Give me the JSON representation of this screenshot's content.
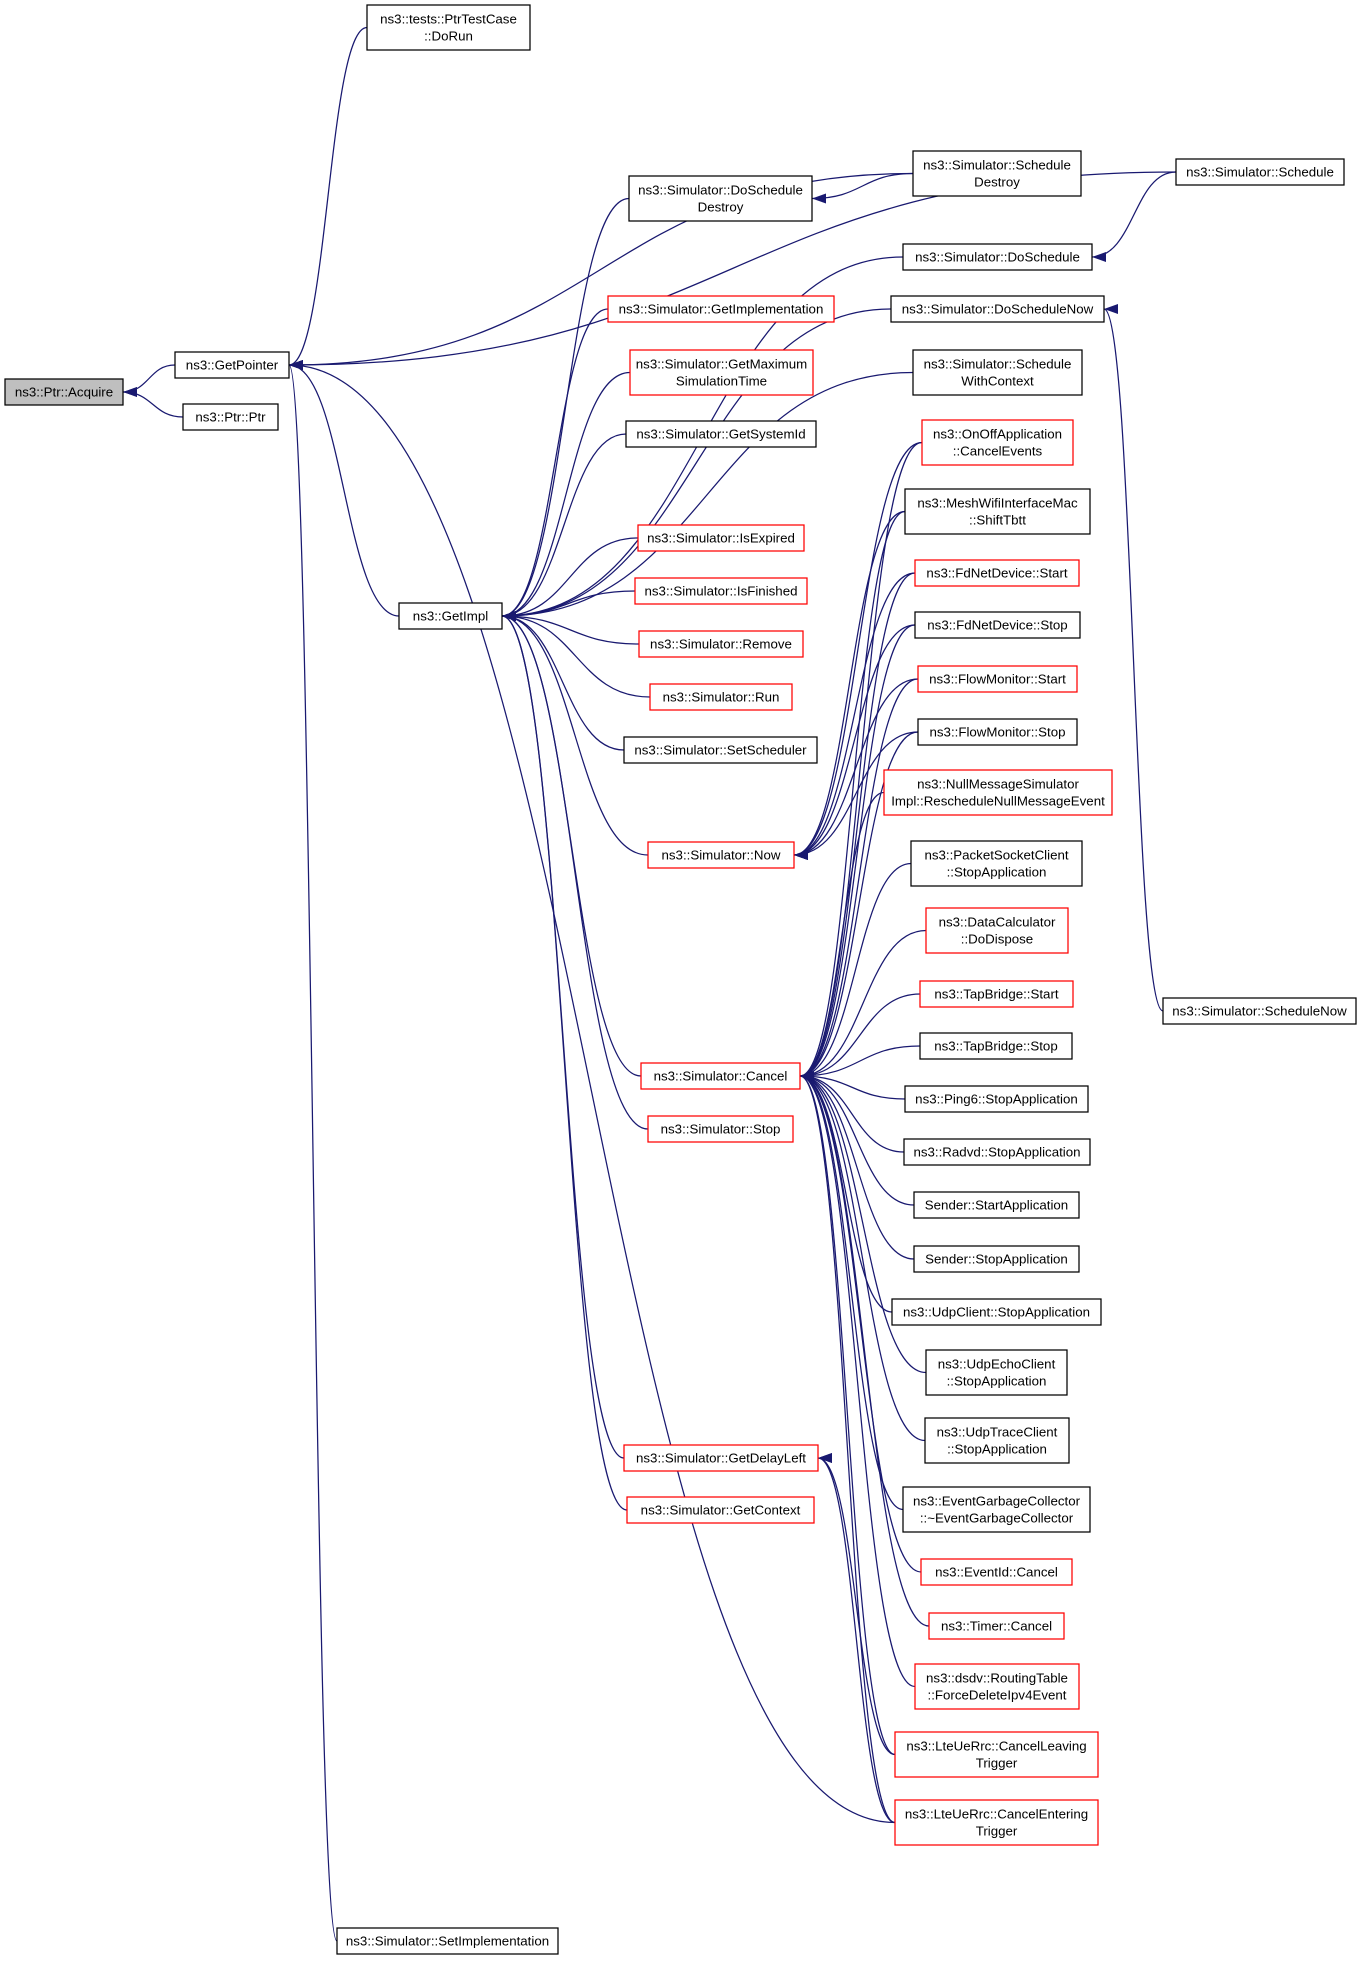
{
  "colors": {
    "edge": "#191970",
    "border_normal": "#000000",
    "border_highlight": "#ff0000",
    "fill_selected": "#bfbfbf",
    "fill_default": "#ffffff"
  },
  "graph": {
    "nodes": [
      {
        "id": "acquire",
        "label": [
          "ns3::Ptr::Acquire"
        ],
        "style": "selected"
      },
      {
        "id": "getpointer",
        "label": [
          "ns3::GetPointer"
        ],
        "style": "normal"
      },
      {
        "id": "ptrptr",
        "label": [
          "ns3::Ptr::Ptr"
        ],
        "style": "normal"
      },
      {
        "id": "ptrtestcase",
        "label": [
          "ns3::tests::PtrTestCase",
          "::DoRun"
        ],
        "style": "normal"
      },
      {
        "id": "getimpl",
        "label": [
          "ns3::GetImpl"
        ],
        "style": "normal"
      },
      {
        "id": "setimplementation",
        "label": [
          "ns3::Simulator::SetImplementation"
        ],
        "style": "normal"
      },
      {
        "id": "doscheduledestroy",
        "label": [
          "ns3::Simulator::DoSchedule",
          "Destroy"
        ],
        "style": "normal"
      },
      {
        "id": "getimplementation",
        "label": [
          "ns3::Simulator::GetImplementation"
        ],
        "style": "red"
      },
      {
        "id": "getmaximum",
        "label": [
          "ns3::Simulator::GetMaximum",
          "SimulationTime"
        ],
        "style": "red"
      },
      {
        "id": "getsystemid",
        "label": [
          "ns3::Simulator::GetSystemId"
        ],
        "style": "normal"
      },
      {
        "id": "isexpired",
        "label": [
          "ns3::Simulator::IsExpired"
        ],
        "style": "red"
      },
      {
        "id": "isfinished",
        "label": [
          "ns3::Simulator::IsFinished"
        ],
        "style": "red"
      },
      {
        "id": "remove",
        "label": [
          "ns3::Simulator::Remove"
        ],
        "style": "red"
      },
      {
        "id": "run",
        "label": [
          "ns3::Simulator::Run"
        ],
        "style": "red"
      },
      {
        "id": "setscheduler",
        "label": [
          "ns3::Simulator::SetScheduler"
        ],
        "style": "normal"
      },
      {
        "id": "now",
        "label": [
          "ns3::Simulator::Now"
        ],
        "style": "red"
      },
      {
        "id": "cancel",
        "label": [
          "ns3::Simulator::Cancel"
        ],
        "style": "red"
      },
      {
        "id": "stop",
        "label": [
          "ns3::Simulator::Stop"
        ],
        "style": "red"
      },
      {
        "id": "getdelayleft",
        "label": [
          "ns3::Simulator::GetDelayLeft"
        ],
        "style": "red"
      },
      {
        "id": "getcontext",
        "label": [
          "ns3::Simulator::GetContext"
        ],
        "style": "red"
      },
      {
        "id": "scheduledestroy",
        "label": [
          "ns3::Simulator::Schedule",
          "Destroy"
        ],
        "style": "normal"
      },
      {
        "id": "doschedule",
        "label": [
          "ns3::Simulator::DoSchedule"
        ],
        "style": "normal"
      },
      {
        "id": "doschedulenow",
        "label": [
          "ns3::Simulator::DoScheduleNow"
        ],
        "style": "normal"
      },
      {
        "id": "schedulewithcontext",
        "label": [
          "ns3::Simulator::Schedule",
          "WithContext"
        ],
        "style": "normal"
      },
      {
        "id": "onoffcancel",
        "label": [
          "ns3::OnOffApplication",
          "::CancelEvents"
        ],
        "style": "red"
      },
      {
        "id": "meshshift",
        "label": [
          "ns3::MeshWifiInterfaceMac",
          "::ShiftTbtt"
        ],
        "style": "normal"
      },
      {
        "id": "fdstart",
        "label": [
          "ns3::FdNetDevice::Start"
        ],
        "style": "red"
      },
      {
        "id": "fdstop",
        "label": [
          "ns3::FdNetDevice::Stop"
        ],
        "style": "normal"
      },
      {
        "id": "flowstart",
        "label": [
          "ns3::FlowMonitor::Start"
        ],
        "style": "red"
      },
      {
        "id": "flowstop",
        "label": [
          "ns3::FlowMonitor::Stop"
        ],
        "style": "normal"
      },
      {
        "id": "nullmsg",
        "label": [
          "ns3::NullMessageSimulator",
          "Impl::RescheduleNullMessageEvent"
        ],
        "style": "red"
      },
      {
        "id": "packetsocket",
        "label": [
          "ns3::PacketSocketClient",
          "::StopApplication"
        ],
        "style": "normal"
      },
      {
        "id": "datacalc",
        "label": [
          "ns3::DataCalculator",
          "::DoDispose"
        ],
        "style": "red"
      },
      {
        "id": "tapstart",
        "label": [
          "ns3::TapBridge::Start"
        ],
        "style": "red"
      },
      {
        "id": "tapstop",
        "label": [
          "ns3::TapBridge::Stop"
        ],
        "style": "normal"
      },
      {
        "id": "ping6",
        "label": [
          "ns3::Ping6::StopApplication"
        ],
        "style": "normal"
      },
      {
        "id": "radvd",
        "label": [
          "ns3::Radvd::StopApplication"
        ],
        "style": "normal"
      },
      {
        "id": "senderstart",
        "label": [
          "Sender::StartApplication"
        ],
        "style": "normal"
      },
      {
        "id": "senderstop",
        "label": [
          "Sender::StopApplication"
        ],
        "style": "normal"
      },
      {
        "id": "udpclient",
        "label": [
          "ns3::UdpClient::StopApplication"
        ],
        "style": "normal"
      },
      {
        "id": "udpecho",
        "label": [
          "ns3::UdpEchoClient",
          "::StopApplication"
        ],
        "style": "normal"
      },
      {
        "id": "udptrace",
        "label": [
          "ns3::UdpTraceClient",
          "::StopApplication"
        ],
        "style": "normal"
      },
      {
        "id": "egc",
        "label": [
          "ns3::EventGarbageCollector",
          "::~EventGarbageCollector"
        ],
        "style": "normal"
      },
      {
        "id": "eventidcancel",
        "label": [
          "ns3::EventId::Cancel"
        ],
        "style": "red"
      },
      {
        "id": "timercancel",
        "label": [
          "ns3::Timer::Cancel"
        ],
        "style": "red"
      },
      {
        "id": "dsdv",
        "label": [
          "ns3::dsdv::RoutingTable",
          "::ForceDeleteIpv4Event"
        ],
        "style": "red"
      },
      {
        "id": "lteleaving",
        "label": [
          "ns3::LteUeRrc::CancelLeaving",
          "Trigger"
        ],
        "style": "red"
      },
      {
        "id": "lteentering",
        "label": [
          "ns3::LteUeRrc::CancelEntering",
          "Trigger"
        ],
        "style": "red"
      },
      {
        "id": "schedule",
        "label": [
          "ns3::Simulator::Schedule"
        ],
        "style": "normal"
      },
      {
        "id": "schedulenow",
        "label": [
          "ns3::Simulator::ScheduleNow"
        ],
        "style": "normal"
      }
    ],
    "edges": [
      {
        "from": "getpointer",
        "to": "acquire"
      },
      {
        "from": "ptrptr",
        "to": "acquire"
      },
      {
        "from": "ptrtestcase",
        "to": "getpointer"
      },
      {
        "from": "scheduledestroy",
        "to": "getpointer"
      },
      {
        "from": "schedule",
        "to": "getpointer"
      },
      {
        "from": "getimpl",
        "to": "getpointer"
      },
      {
        "from": "setimplementation",
        "to": "getpointer"
      },
      {
        "from": "lteentering",
        "to": "getpointer"
      },
      {
        "from": "doscheduledestroy",
        "to": "getimpl"
      },
      {
        "from": "doschedule",
        "to": "getimpl"
      },
      {
        "from": "getimplementation",
        "to": "getimpl"
      },
      {
        "from": "getmaximum",
        "to": "getimpl"
      },
      {
        "from": "getsystemid",
        "to": "getimpl"
      },
      {
        "from": "doschedulenow",
        "to": "getimpl"
      },
      {
        "from": "isexpired",
        "to": "getimpl"
      },
      {
        "from": "isfinished",
        "to": "getimpl"
      },
      {
        "from": "remove",
        "to": "getimpl"
      },
      {
        "from": "run",
        "to": "getimpl"
      },
      {
        "from": "setscheduler",
        "to": "getimpl"
      },
      {
        "from": "schedulewithcontext",
        "to": "getimpl"
      },
      {
        "from": "now",
        "to": "getimpl"
      },
      {
        "from": "cancel",
        "to": "getimpl"
      },
      {
        "from": "stop",
        "to": "getimpl"
      },
      {
        "from": "getdelayleft",
        "to": "getimpl"
      },
      {
        "from": "getcontext",
        "to": "getimpl"
      },
      {
        "from": "scheduledestroy",
        "to": "doscheduledestroy"
      },
      {
        "from": "schedule",
        "to": "doschedule"
      },
      {
        "from": "schedulenow",
        "to": "doschedulenow"
      },
      {
        "from": "onoffcancel",
        "to": "now"
      },
      {
        "from": "meshshift",
        "to": "now"
      },
      {
        "from": "fdstart",
        "to": "now"
      },
      {
        "from": "fdstop",
        "to": "now"
      },
      {
        "from": "flowstart",
        "to": "now"
      },
      {
        "from": "flowstop",
        "to": "now"
      },
      {
        "from": "onoffcancel",
        "to": "cancel"
      },
      {
        "from": "meshshift",
        "to": "cancel"
      },
      {
        "from": "fdstart",
        "to": "cancel"
      },
      {
        "from": "fdstop",
        "to": "cancel"
      },
      {
        "from": "flowstart",
        "to": "cancel"
      },
      {
        "from": "flowstop",
        "to": "cancel"
      },
      {
        "from": "nullmsg",
        "to": "cancel"
      },
      {
        "from": "packetsocket",
        "to": "cancel"
      },
      {
        "from": "datacalc",
        "to": "cancel"
      },
      {
        "from": "tapstart",
        "to": "cancel"
      },
      {
        "from": "tapstop",
        "to": "cancel"
      },
      {
        "from": "ping6",
        "to": "cancel"
      },
      {
        "from": "radvd",
        "to": "cancel"
      },
      {
        "from": "senderstart",
        "to": "cancel"
      },
      {
        "from": "senderstop",
        "to": "cancel"
      },
      {
        "from": "udpclient",
        "to": "cancel"
      },
      {
        "from": "udpecho",
        "to": "cancel"
      },
      {
        "from": "udptrace",
        "to": "cancel"
      },
      {
        "from": "egc",
        "to": "cancel"
      },
      {
        "from": "eventidcancel",
        "to": "cancel"
      },
      {
        "from": "timercancel",
        "to": "cancel"
      },
      {
        "from": "dsdv",
        "to": "cancel"
      },
      {
        "from": "lteleaving",
        "to": "cancel"
      },
      {
        "from": "lteentering",
        "to": "cancel"
      },
      {
        "from": "lteleaving",
        "to": "getdelayleft"
      },
      {
        "from": "lteentering",
        "to": "getdelayleft"
      }
    ]
  }
}
